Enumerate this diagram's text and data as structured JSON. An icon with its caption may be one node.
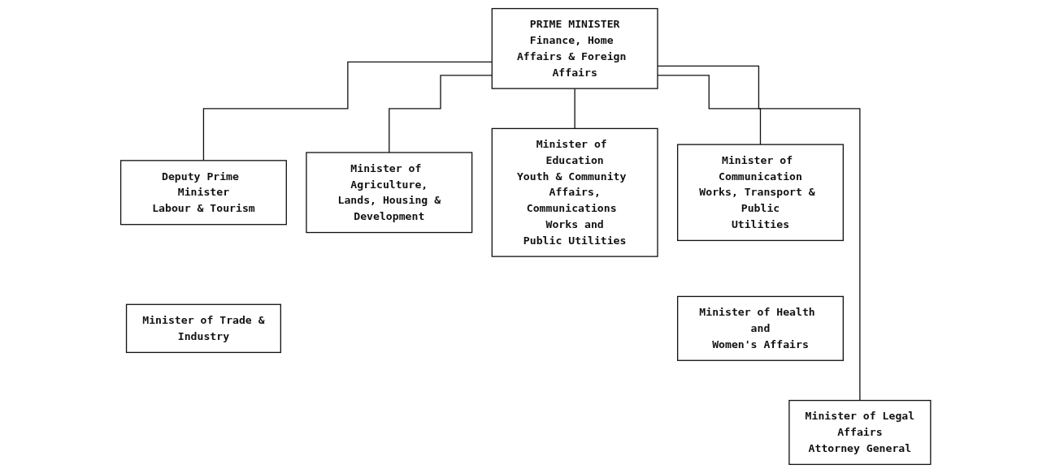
{
  "diagram": {
    "nodes": [
      {
        "text": [
          "PRIME MINISTER",
          "Finance, Home Affairs & Foreign Affairs"
        ]
      },
      {
        "text": [
          "Deputy Prime Minister",
          "Labour & Tourism"
        ]
      },
      {
        "text": [
          "Minister of Agriculture, Lands, Housing & Development"
        ]
      },
      {
        "text": [
          "Minister of Education Youth & Community Affairs, Communications Works and Public Utilities"
        ]
      },
      {
        "text": [
          "Minister of Communication Works, Transport & Public Utilities"
        ]
      },
      {
        "text": [
          "Minister of Trade & Industry"
        ]
      },
      {
        "text": [
          "Minister of Legal Affairs",
          "Attorney General"
        ]
      },
      {
        "text": [
          "Minister of Health and Women's Affairs"
        ]
      }
    ],
    "edges": [
      {
        "from": 0,
        "to": 1,
        "arrow": "none"
      },
      {
        "from": 0,
        "to": 2,
        "arrow": "none"
      },
      {
        "from": 0,
        "to": 3,
        "arrow": "none"
      },
      {
        "from": 0,
        "to": 4,
        "arrow": "none"
      },
      {
        "from": 0,
        "to": 6,
        "arrow": "none"
      }
    ]
  }
}
